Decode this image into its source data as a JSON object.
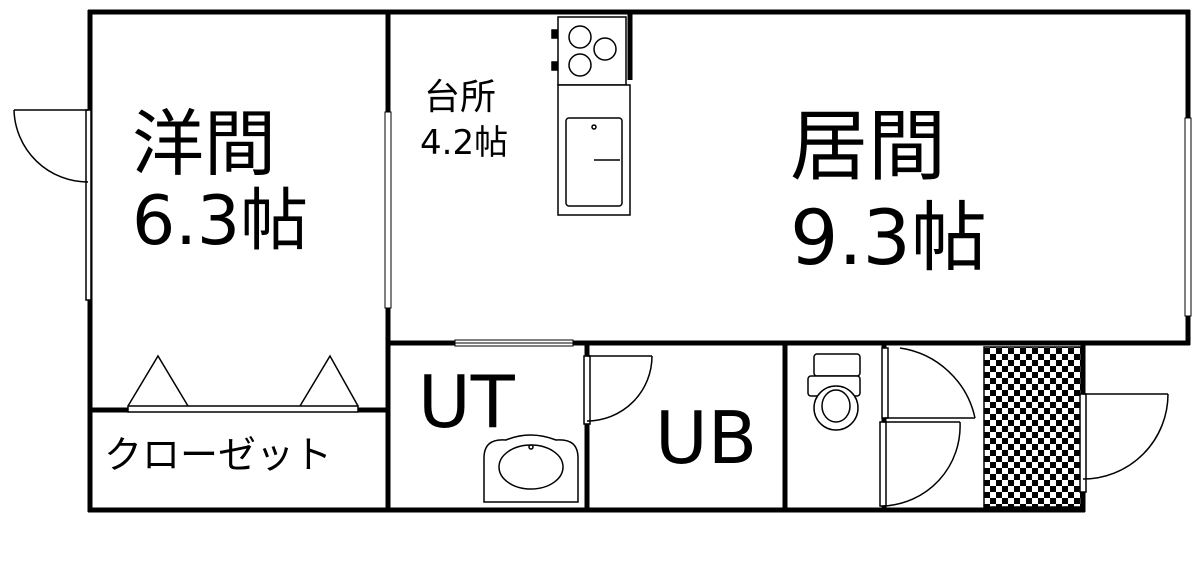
{
  "rooms": {
    "western": {
      "name": "洋間",
      "size": "6.3帖"
    },
    "kitchen": {
      "name": "台所",
      "size": "4.2帖"
    },
    "living": {
      "name": "居間",
      "size": "9.3帖"
    },
    "closet": {
      "name": "クローゼット"
    },
    "utility": {
      "name": "UT"
    },
    "bath": {
      "name": "UB"
    }
  },
  "colors": {
    "wall": "#000000",
    "background": "#ffffff"
  }
}
